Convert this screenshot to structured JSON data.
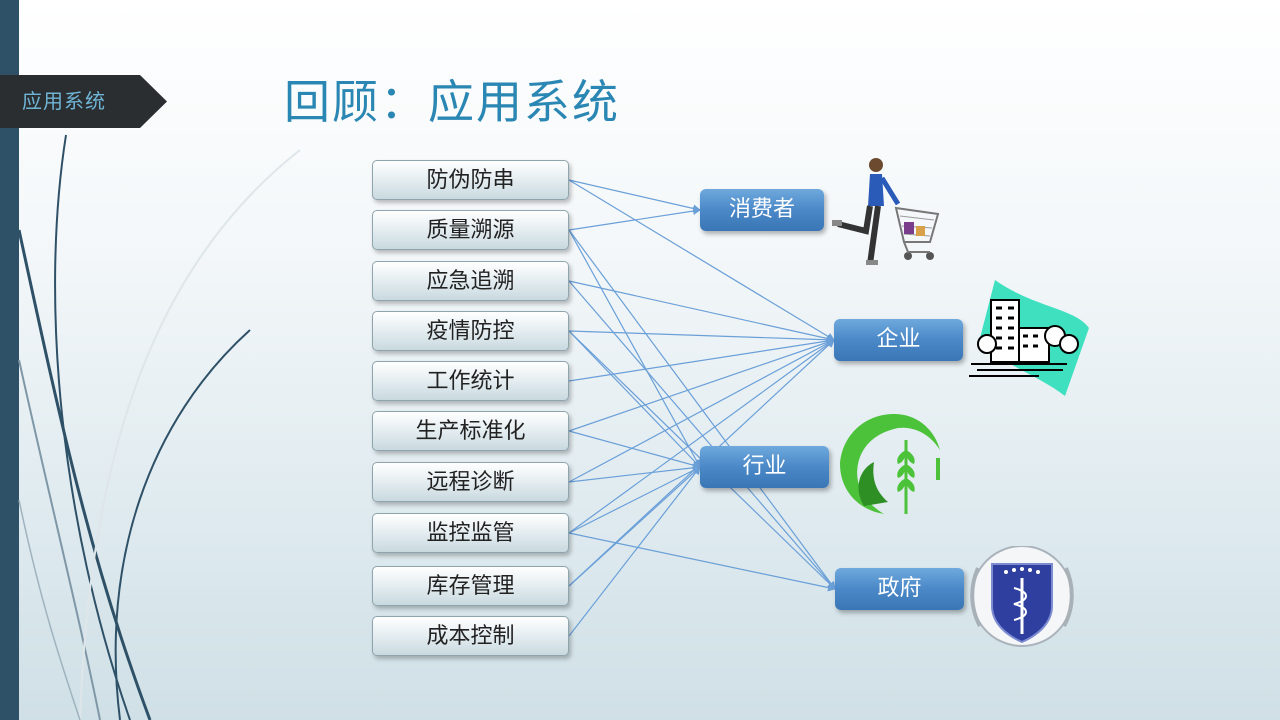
{
  "tag": {
    "label": "应用系统"
  },
  "title": "回顾：应用系统",
  "functions": [
    "防伪防串",
    "质量溯源",
    "应急追溯",
    "疫情防控",
    "工作统计",
    "生产标准化",
    "远程诊断",
    "监控监管",
    "库存管理",
    "成本控制"
  ],
  "targets": [
    "消费者",
    "企业",
    "行业",
    "政府"
  ],
  "links": [
    {
      "from": 0,
      "to": 0
    },
    {
      "from": 0,
      "to": 1
    },
    {
      "from": 1,
      "to": 0
    },
    {
      "from": 1,
      "to": 2
    },
    {
      "from": 1,
      "to": 3
    },
    {
      "from": 2,
      "to": 1
    },
    {
      "from": 2,
      "to": 3
    },
    {
      "from": 3,
      "to": 1
    },
    {
      "from": 3,
      "to": 2
    },
    {
      "from": 3,
      "to": 3
    },
    {
      "from": 4,
      "to": 1
    },
    {
      "from": 5,
      "to": 1
    },
    {
      "from": 5,
      "to": 2
    },
    {
      "from": 6,
      "to": 1
    },
    {
      "from": 6,
      "to": 2
    },
    {
      "from": 7,
      "to": 1
    },
    {
      "from": 7,
      "to": 2
    },
    {
      "from": 7,
      "to": 3
    },
    {
      "from": 8,
      "to": 1
    },
    {
      "from": 8,
      "to": 2
    },
    {
      "from": 9,
      "to": 2
    }
  ],
  "colors": {
    "accent": "#2a86b2",
    "sidebar": "#2f5168",
    "target": "#4a88c8",
    "link": "#6a9fd8"
  },
  "icons": [
    "shopper-with-cart-icon",
    "city-buildings-icon",
    "wheat-leaf-logo-icon",
    "animal-health-badge-icon"
  ]
}
